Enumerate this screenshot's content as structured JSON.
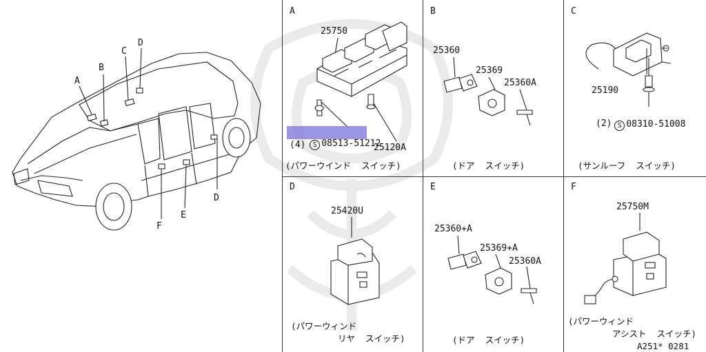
{
  "overview": {
    "labels": {
      "a": "A",
      "b": "B",
      "c": "C",
      "d_top": "D",
      "d_side": "D",
      "e": "E",
      "f": "F"
    }
  },
  "panels": {
    "a": {
      "letter": "A",
      "part_main": "25750",
      "part_screw_code": "08513-51212",
      "part_screw_qty": "(4)",
      "part_clip": "25120A",
      "caption": "(パワーウインド  スイッチ)",
      "screw_symbol": "S"
    },
    "b": {
      "letter": "B",
      "part1": "25360",
      "part2": "25369",
      "part3": "25360A",
      "caption": "(ドア  スイッチ)"
    },
    "c": {
      "letter": "C",
      "part1": "25190",
      "screw_code": "08310-51008",
      "screw_qty": "(2)",
      "caption": "(サンルーフ  スイッチ)",
      "screw_symbol": "S"
    },
    "d": {
      "letter": "D",
      "part1": "25420U",
      "caption_line1": "(パワーウィンド",
      "caption_line2": "リヤ  スイッチ)"
    },
    "e": {
      "letter": "E",
      "part1": "25360+A",
      "part2": "25369+A",
      "part3": "25360A",
      "caption": "(ドア  スイッチ)"
    },
    "f": {
      "letter": "F",
      "part1": "25750M",
      "caption_line1": "(パワーウィンド",
      "caption_line2": "アシスト  スイッチ)",
      "ref_code": "A251* 0281"
    }
  },
  "colors": {
    "highlight": "#7d78d6",
    "line": "#222222"
  }
}
